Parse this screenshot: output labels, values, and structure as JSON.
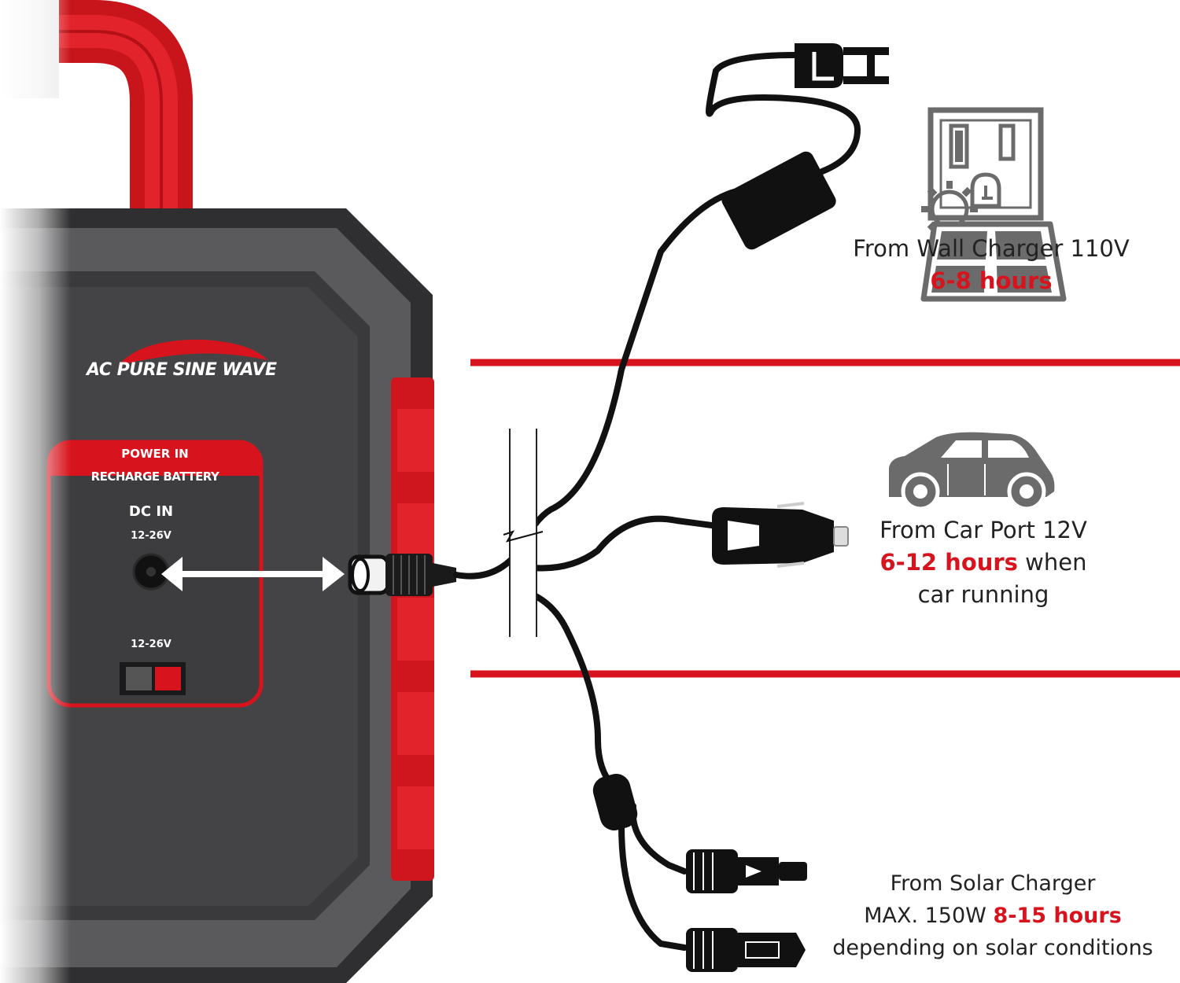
{
  "device": {
    "brand_label": "AC PURE SINE WAVE",
    "panel_title_line1": "POWER IN",
    "panel_title_line2": "RECHARGE BATTERY",
    "dc_label": "DC IN",
    "dc_voltage": "12-26V",
    "anderson_voltage": "12-26V"
  },
  "charging_options": [
    {
      "icon": "wall-outlet-icon",
      "line1": "From Wall Charger 110V",
      "time": "6-8 hours"
    },
    {
      "icon": "car-icon",
      "line1": "From Car Port 12V",
      "time": "6-12 hours",
      "time_suffix": " when",
      "line3": "car running"
    },
    {
      "icon": "solar-panel-icon",
      "line1": "From Solar Charger",
      "line2_prefix": "MAX. 150W ",
      "time": "8-15 hours",
      "line3": "depending on solar conditions"
    }
  ],
  "colors": {
    "accent_red": "#d7141d",
    "device_dark": "#3c3c3e",
    "device_mid": "#4a4a4c",
    "cable": "#111111",
    "icon_gray": "#6b6b6b",
    "text": "#222222"
  }
}
